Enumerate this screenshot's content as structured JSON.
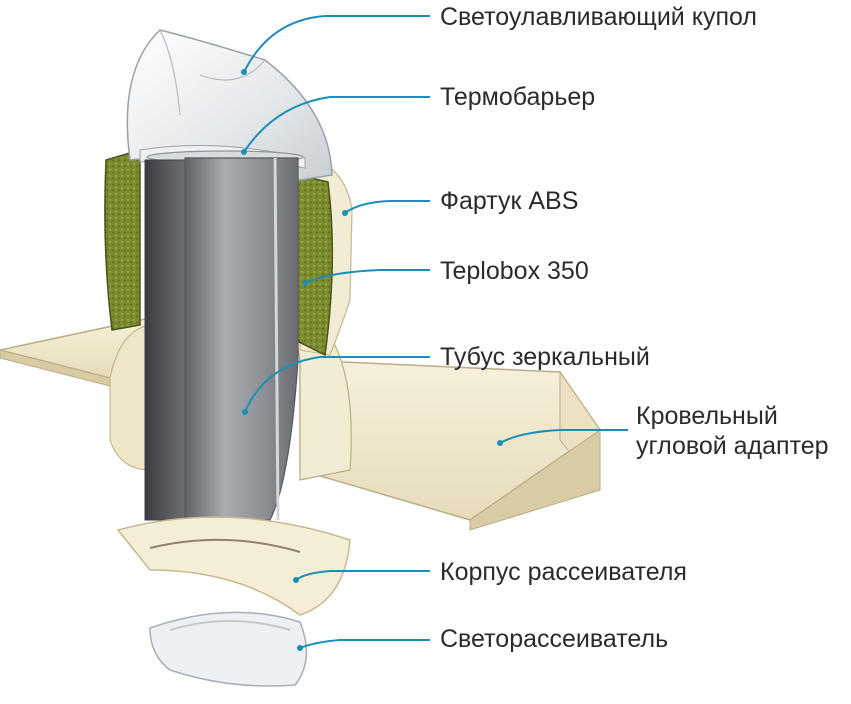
{
  "diagram": {
    "callouts": [
      {
        "id": "light-dome",
        "text": "Светоулавливающий купол"
      },
      {
        "id": "thermal-barrier",
        "text": "Термобарьер"
      },
      {
        "id": "abs-apron",
        "text": "Фартук ABS"
      },
      {
        "id": "teplobox",
        "text": "Teplobox 350"
      },
      {
        "id": "mirror-tube",
        "text": "Тубус зеркальный"
      },
      {
        "id": "roof-adapter",
        "lines": [
          "Кровельный",
          "угловой адаптер"
        ]
      },
      {
        "id": "diffuser-housing",
        "text": "Корпус рассеивателя"
      },
      {
        "id": "light-diffuser",
        "text": "Светорассеиватель"
      }
    ]
  },
  "colors": {
    "leader_line": "#1a8fb8",
    "label_text": "#2b2b2b",
    "insulation": "#7a8a2e",
    "tube": "#8a8d92",
    "housing": "#f3ecd4"
  }
}
